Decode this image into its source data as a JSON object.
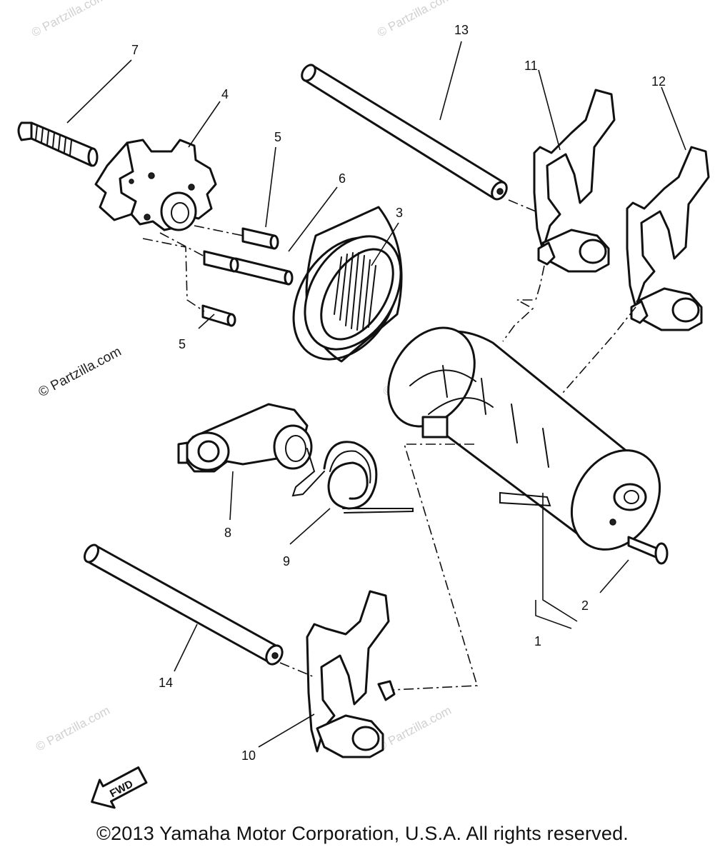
{
  "watermarks": {
    "main": "© Partzilla.com",
    "faint": "© Partzilla.com"
  },
  "callouts": {
    "c1": "1",
    "c2": "2",
    "c3": "3",
    "c4": "4",
    "c5a": "5",
    "c5b": "5",
    "c6": "6",
    "c7": "7",
    "c8": "8",
    "c9": "9",
    "c10": "10",
    "c11": "11",
    "c12": "12",
    "c13": "13",
    "c14": "14"
  },
  "fwd_label": "FWD",
  "copyright": "©2013  Yamaha Motor Corporation, U.S.A. All rights reserved."
}
